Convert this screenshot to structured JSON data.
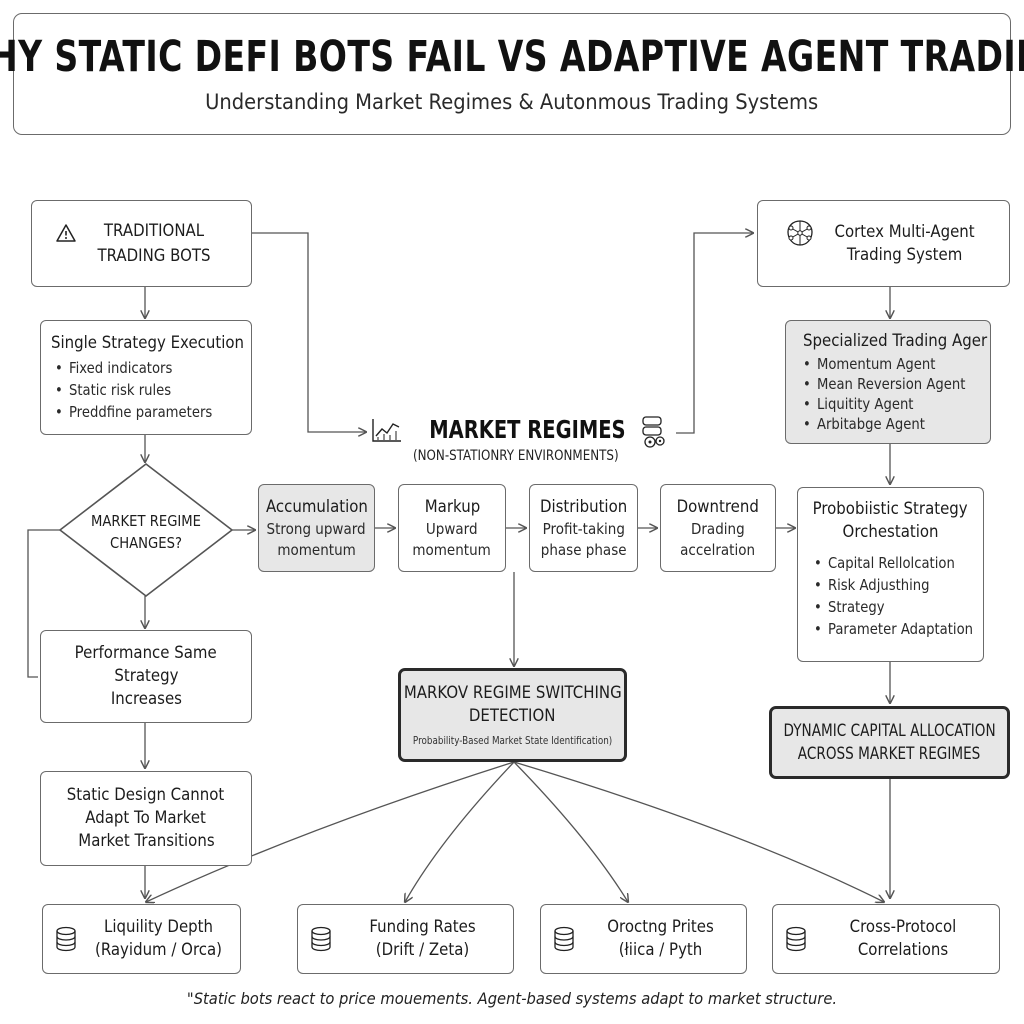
{
  "header": {
    "title": "WHY STATIC DEFI BOTS FAIL VS ADAPTIVE AGENT TRADING",
    "subtitle": "Understanding Market Regimes & Autonmous Trading Systems"
  },
  "left": {
    "traditional": "TRADITIONAL TRADING BOTS",
    "single_title": "Single Strategy Execution",
    "single_items": [
      "Fixed indicators",
      "Static risk rules",
      "Preddfine parameters"
    ],
    "decision": [
      "MARKET REGIME",
      "CHANGES?"
    ],
    "performance": [
      "Performance Same",
      "Strategy",
      "Increases"
    ],
    "static_design": [
      "Static Design Cannot",
      "Adapt To Market",
      "Market Transitions"
    ]
  },
  "center": {
    "market_title": "MARKET REGIMES",
    "market_sub": "(NON-STATIONRY ENVIRONMENTS)",
    "phases": [
      {
        "title": "Accumulation",
        "lines": [
          "Strong upward",
          "momentum"
        ]
      },
      {
        "title": "Markup",
        "lines": [
          "Upward",
          "momentum"
        ]
      },
      {
        "title": "Distribution",
        "lines": [
          "Profit-taking",
          "phase phase"
        ]
      },
      {
        "title": "Downtrend",
        "lines": [
          "Drading",
          "accelration"
        ]
      }
    ],
    "markov_title": [
      "MARKOV REGIME SWITCHING",
      "DETECTION"
    ],
    "markov_sub": "Probability-Based Market State Identification)"
  },
  "right": {
    "cortex": [
      "Cortex Multi-Agent",
      "Trading System"
    ],
    "agents_title": "Specialized Trading Ager",
    "agents_items": [
      "Momentum Agent",
      "Mean Reversion Agent",
      "Liquitity Agent",
      "Arbitabge Agent"
    ],
    "prob_title": [
      "Probobiistic Strategy",
      "Orchestation"
    ],
    "prob_items": [
      "Capital Rellolcation",
      "Risk Adjusthing",
      "Strategy",
      "Parameter Adaptation"
    ],
    "dynamic": [
      "DYNAMIC CAPITAL ALLOCATION",
      "ACROSS MARKET REGIMES"
    ]
  },
  "sources": [
    {
      "name": "Liquility Depth",
      "detail": "(Rayidum / Orca)"
    },
    {
      "name": "Funding Rates",
      "detail": "(Drift / Zeta)"
    },
    {
      "name": "Oroctng Prites",
      "detail": "(łiica / Pyth"
    },
    {
      "name": "Cross-Protocol",
      "detail": "Correlations"
    }
  ],
  "footer": "\"Static bots react to price mouements. Agent-based systems adapt to market structure.",
  "icons": {
    "warning": "warning-icon",
    "cortex": "network-brain-icon",
    "chart": "line-chart-icon",
    "gears": "gears-icon",
    "database": "database-icon"
  },
  "colors": {
    "line": "#555555",
    "border": "#6b6b6b",
    "gray_fill": "#e7e7e7",
    "text": "#1a1a1a"
  }
}
